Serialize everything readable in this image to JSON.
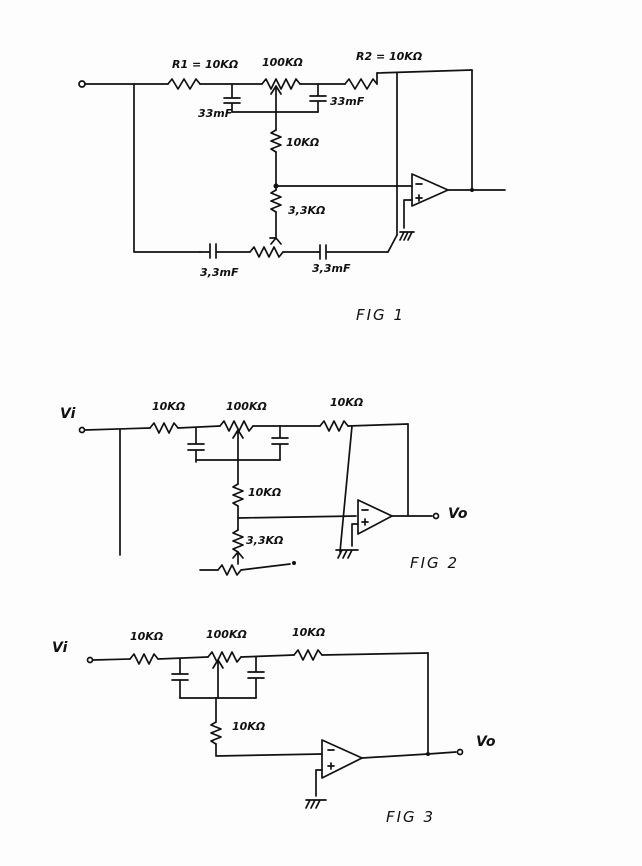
{
  "fig1": {
    "caption": "FIG 1",
    "r1": "R1 = 10KΩ",
    "pot": "100KΩ",
    "r2": "R2 = 10KΩ",
    "c_left": "33mF",
    "c_right": "33mF",
    "r_mid": "10KΩ",
    "r_low": "3,3KΩ",
    "c_bottom_left": "3,3mF",
    "c_bottom_right": "3,3mF"
  },
  "fig2": {
    "caption": "FIG 2",
    "input": "Vi",
    "output": "Vo",
    "r1": "10KΩ",
    "pot": "100KΩ",
    "r2": "10KΩ",
    "r_mid": "10KΩ",
    "r_low": "3,3KΩ"
  },
  "fig3": {
    "caption": "FIG 3",
    "input": "Vi",
    "output": "Vo",
    "r1": "10KΩ",
    "pot": "100KΩ",
    "r2": "10KΩ",
    "r_mid": "10KΩ"
  }
}
